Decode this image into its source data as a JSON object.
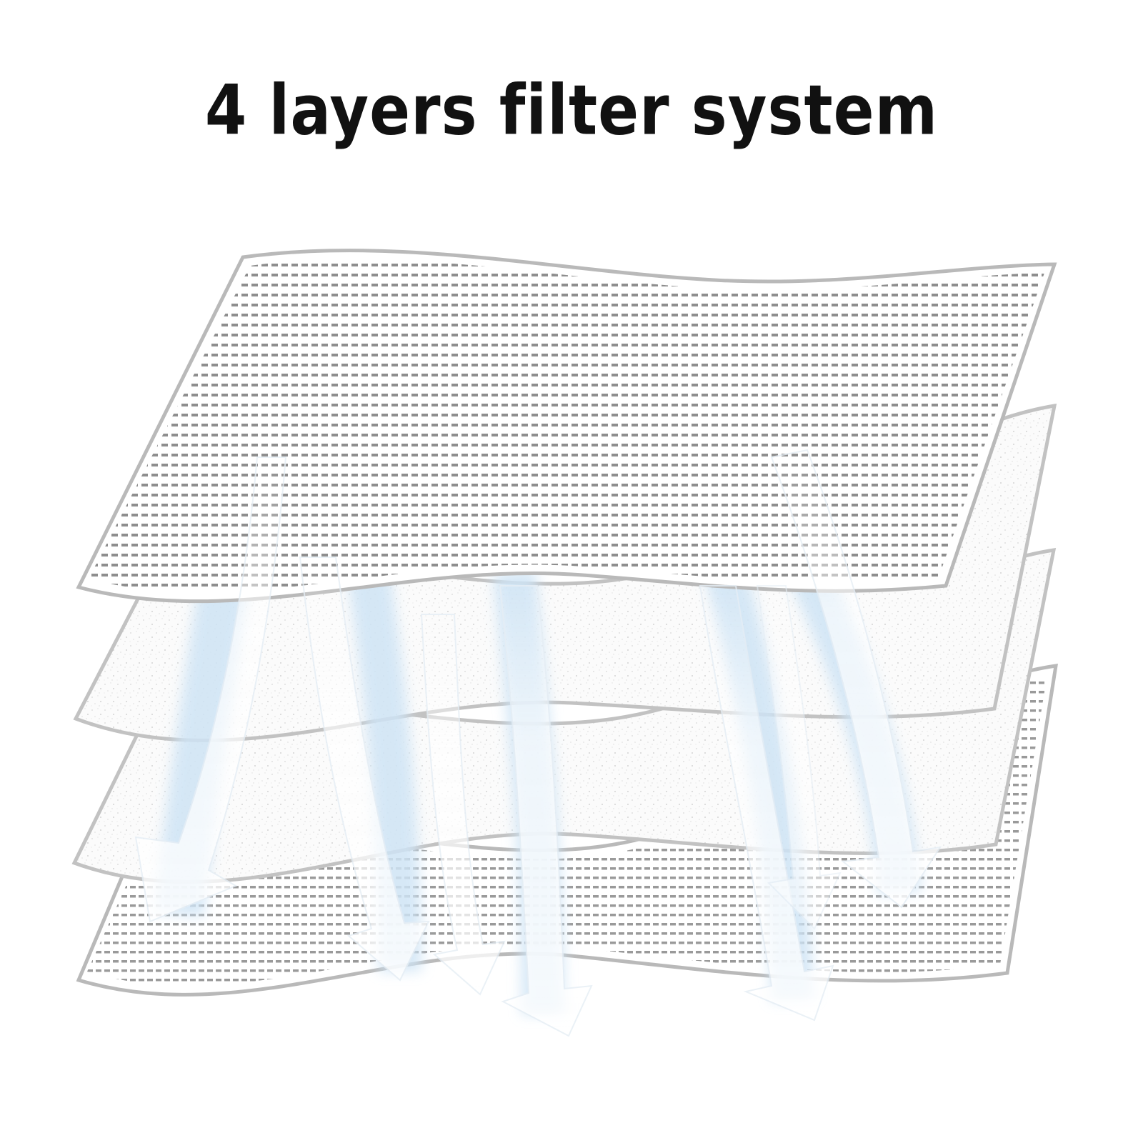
{
  "title": "4 layers filter system",
  "colors": {
    "background": "#ffffff",
    "title": "#111111",
    "layer_edge": "#b9b9b9",
    "mesh_dot": "#8e8e8e",
    "airflow_glow": "#cfe4f5"
  },
  "layers": [
    {
      "id": 1,
      "texture": "mesh"
    },
    {
      "id": 2,
      "texture": "nonwoven"
    },
    {
      "id": 3,
      "texture": "nonwoven"
    },
    {
      "id": 4,
      "texture": "mesh"
    }
  ],
  "airflow": {
    "arrow_count": 7,
    "direction": "down"
  }
}
